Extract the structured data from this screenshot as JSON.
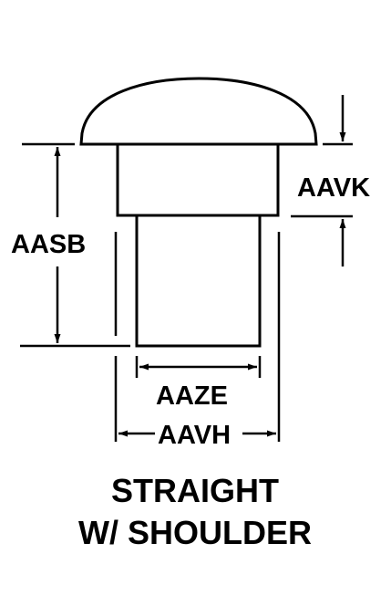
{
  "labels": {
    "aasb": "AASB",
    "aavk": "AAVK",
    "aaze": "AAZE",
    "aavh": "AAVH"
  },
  "caption": {
    "line1": "STRAIGHT",
    "line2": "W/ SHOULDER"
  },
  "colors": {
    "ink": "#000000",
    "paper": "#ffffff"
  }
}
